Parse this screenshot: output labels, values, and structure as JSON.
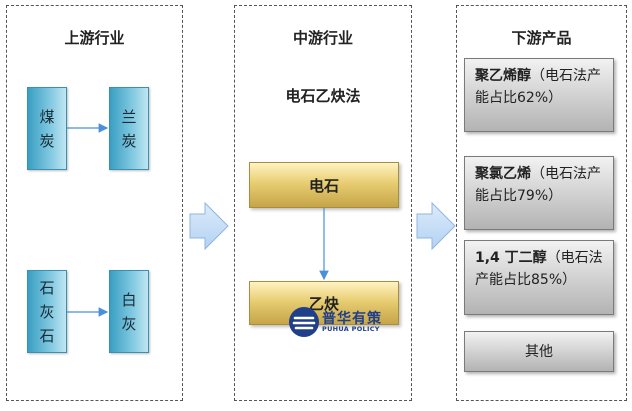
{
  "upstream": {
    "title": "上游行业",
    "items": [
      {
        "raw": "煤炭",
        "product": "兰炭"
      },
      {
        "raw": "石灰石",
        "product": "白灰"
      }
    ]
  },
  "midstream": {
    "title": "中游行业",
    "method": "电石乙炔法",
    "step1": "电石",
    "step2": "乙炔"
  },
  "downstream": {
    "title": "下游产品",
    "products": [
      {
        "name": "聚乙烯醇",
        "note": "（电石法产能占比62%）"
      },
      {
        "name": "聚氯乙烯",
        "note": "（电石法产能占比79%）"
      },
      {
        "name": "1,4 丁二醇",
        "note": "（电石法产能占比85%）"
      },
      {
        "name": "其他",
        "note": ""
      }
    ]
  },
  "watermark": {
    "name": "普华有策",
    "sub": "PUHUA POLICY"
  },
  "colors": {
    "teal": "#5db3d3",
    "gold": "#e0c366",
    "gray": "#c9c9c9",
    "arrow": "#c6ddf5",
    "connector": "#4a90d9"
  }
}
